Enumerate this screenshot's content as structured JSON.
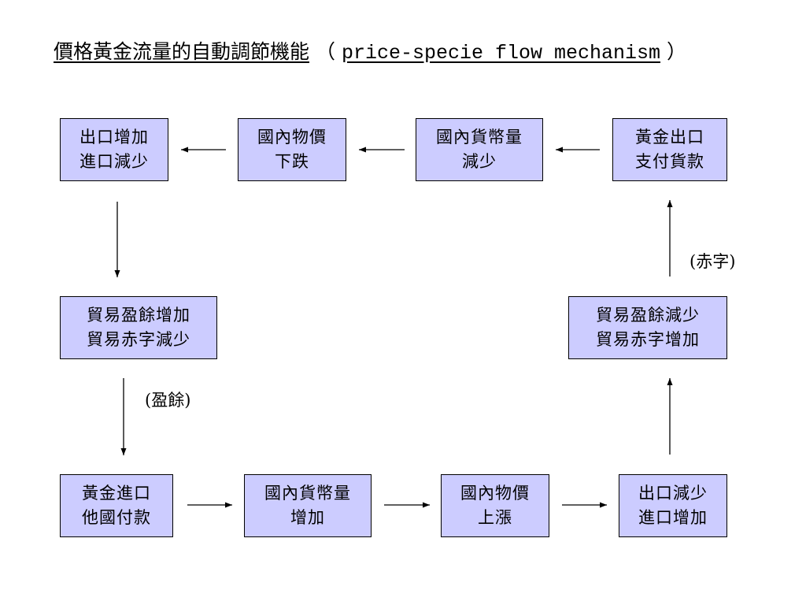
{
  "title": {
    "main": "價格黃金流量的自動調節機能",
    "open_paren": "（",
    "english": "price-specie flow mechanism",
    "close_paren": "）"
  },
  "boxes": {
    "export_up_import_down": {
      "line1": "出口增加",
      "line2": "進口減少"
    },
    "domestic_price_fall": {
      "line1": "國內物價",
      "line2": "下跌"
    },
    "money_supply_decrease": {
      "line1": "國內貨幣量",
      "line2": "減少"
    },
    "gold_outflow": {
      "line1": "黃金出口",
      "line2": "支付貨款"
    },
    "surplus_up_deficit_down": {
      "line1": "貿易盈餘增加",
      "line2": "貿易赤字減少"
    },
    "surplus_down_deficit_up": {
      "line1": "貿易盈餘減少",
      "line2": "貿易赤字增加"
    },
    "gold_inflow": {
      "line1": "黃金進口",
      "line2": "他國付款"
    },
    "money_supply_increase": {
      "line1": "國內貨幣量",
      "line2": "增加"
    },
    "domestic_price_rise": {
      "line1": "國內物價",
      "line2": "上漲"
    },
    "export_down_import_up": {
      "line1": "出口減少",
      "line2": "進口增加"
    }
  },
  "labels": {
    "deficit": "(赤字)",
    "surplus": "(盈餘)"
  },
  "colors": {
    "box_fill": "#ccccff",
    "border": "#000000"
  }
}
